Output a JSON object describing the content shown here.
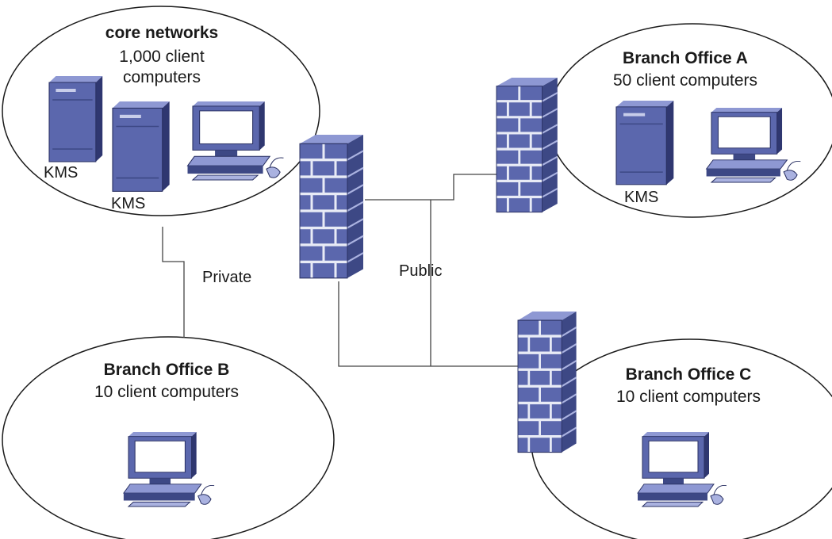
{
  "core": {
    "title": "core networks",
    "line1": "1,000 client",
    "line2": "computers",
    "kms_label_1": "KMS",
    "kms_label_2": "KMS"
  },
  "branch_a": {
    "title": "Branch Office A",
    "subtitle": "50 client computers",
    "kms_label": "KMS"
  },
  "branch_b": {
    "title": "Branch Office B",
    "subtitle": "10 client computers"
  },
  "branch_c": {
    "title": "Branch Office C",
    "subtitle": "10 client computers"
  },
  "links": {
    "private_label": "Private",
    "public_label": "Public"
  },
  "colors": {
    "device_dark": "#3d4885",
    "device_mid": "#5b67ad",
    "device_light": "#7f8ac8",
    "mortar": "#e8ebf6",
    "outline": "#1a1a1a"
  }
}
